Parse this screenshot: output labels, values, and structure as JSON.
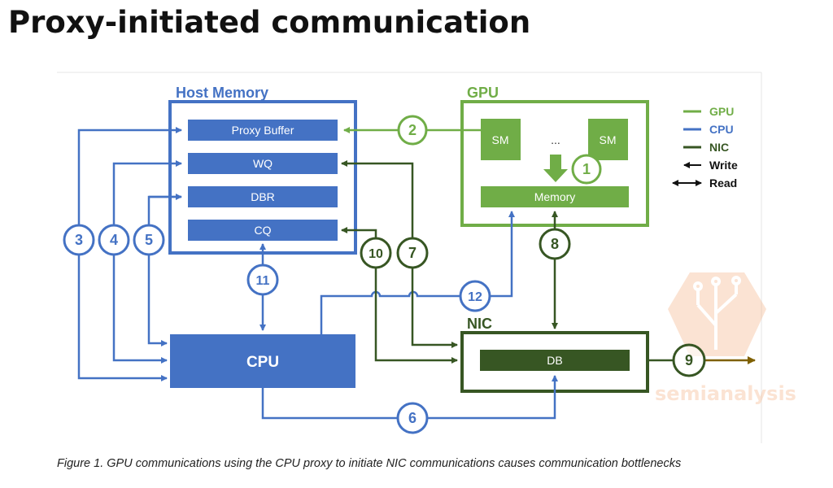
{
  "title": "Proxy-initiated communication",
  "caption": "Figure 1. GPU communications using the CPU proxy to initiate NIC communications causes communication bottlenecks",
  "colors": {
    "host": "#4472C4",
    "gpu": "#70AD47",
    "nic": "#375623"
  },
  "host_memory": {
    "label": "Host Memory",
    "items": [
      "Proxy Buffer",
      "WQ",
      "DBR",
      "CQ"
    ]
  },
  "gpu": {
    "label": "GPU",
    "sm_left": "SM",
    "ellipsis": "...",
    "sm_right": "SM",
    "memory": "Memory"
  },
  "nic": {
    "label": "NIC",
    "db": "DB"
  },
  "cpu": {
    "label": "CPU"
  },
  "steps": [
    "1",
    "2",
    "3",
    "4",
    "5",
    "6",
    "7",
    "8",
    "9",
    "10",
    "11",
    "12"
  ],
  "legend": [
    {
      "label": "GPU",
      "icon": "green-line-icon"
    },
    {
      "label": "CPU",
      "icon": "blue-line-icon"
    },
    {
      "label": "NIC",
      "icon": "dark-green-line-icon"
    },
    {
      "label": "Write",
      "icon": "left-arrow-icon"
    },
    {
      "label": "Read",
      "icon": "double-arrow-icon"
    }
  ],
  "watermark": "semianalysis"
}
